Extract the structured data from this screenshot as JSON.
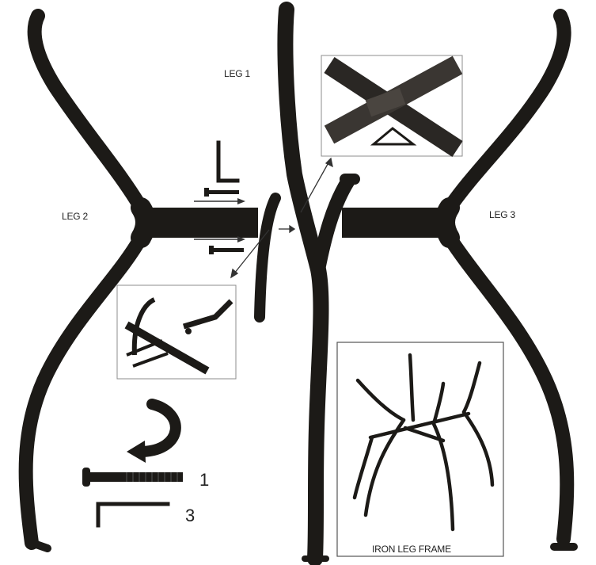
{
  "labels": {
    "leg1": "LEG 1",
    "leg2": "LEG 2",
    "leg3": "LEG 3",
    "frame_caption": "IRON LEG FRAME"
  },
  "parts": {
    "bolt_qty": "1",
    "wrench_qty": "3"
  },
  "colors": {
    "iron": "#1c1a17",
    "iron_highlight": "#4a4540",
    "inset_border": "#8c8c8c",
    "frame_border": "#555555"
  },
  "icons": [
    "rotate-arrow-icon",
    "bolt-icon",
    "allen-wrench-icon"
  ]
}
